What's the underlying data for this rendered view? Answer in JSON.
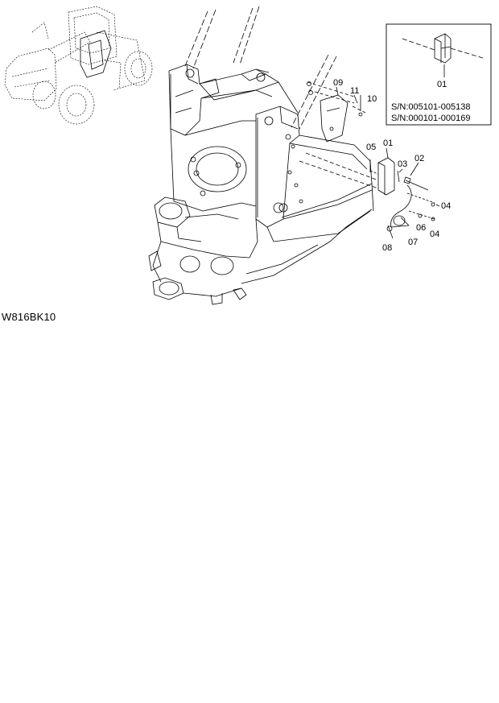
{
  "diagram": {
    "drawing_code": "W816BK10",
    "inset": {
      "callout": "01",
      "serial_ranges": [
        "S/N:005101-005138",
        "S/N:000101-000169"
      ]
    },
    "callouts": {
      "c09": "09",
      "c11": "11",
      "c10": "10",
      "c05": "05",
      "c01": "01",
      "c02": "02",
      "c03": "03",
      "c04a": "04",
      "c06": "06",
      "c04b": "04",
      "c08": "08",
      "c07": "07"
    }
  }
}
